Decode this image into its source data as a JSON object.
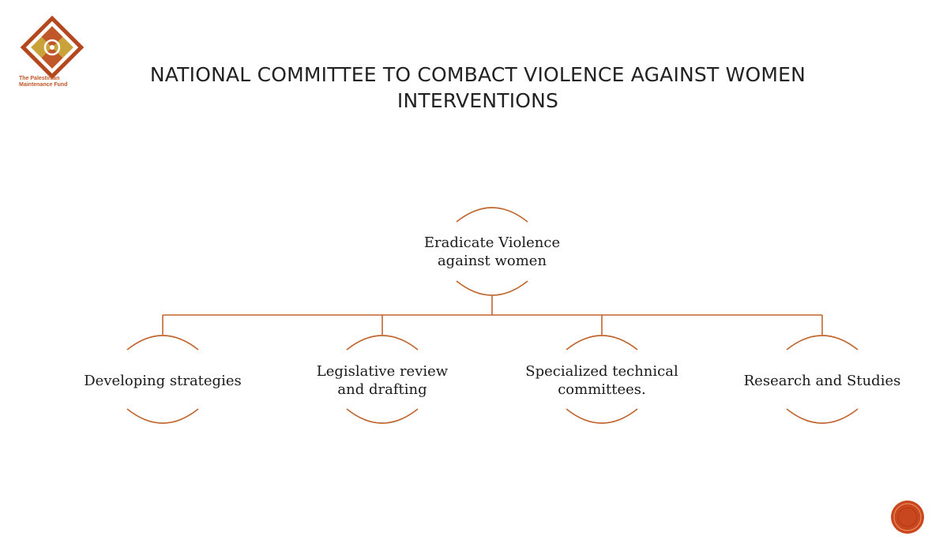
{
  "logo": {
    "icon": "palestinian-maintenance-fund-logo",
    "text_line1": "The Palestinian",
    "text_line2": "Maintenance Fund",
    "colors": {
      "primary": "#c0572a",
      "secondary": "#8a6a1c"
    }
  },
  "title": {
    "line1": "NATIONAL COMMITTEE TO COMBACT VIOLENCE AGAINST WOMEN",
    "line2": "INTERVENTIONS"
  },
  "diagram": {
    "root": {
      "line1": "Eradicate Violence",
      "line2": "against women"
    },
    "children": [
      {
        "line1": "Developing strategies",
        "line2": ""
      },
      {
        "line1": "Legislative review",
        "line2": "and drafting"
      },
      {
        "line1": "Specialized technical",
        "line2": "committees."
      },
      {
        "line1": "Research and Studies",
        "line2": ""
      }
    ],
    "line_color": "#c0652e"
  },
  "nav_button": {
    "icon": "next-slide-circle-icon",
    "color": "#c9471e"
  }
}
